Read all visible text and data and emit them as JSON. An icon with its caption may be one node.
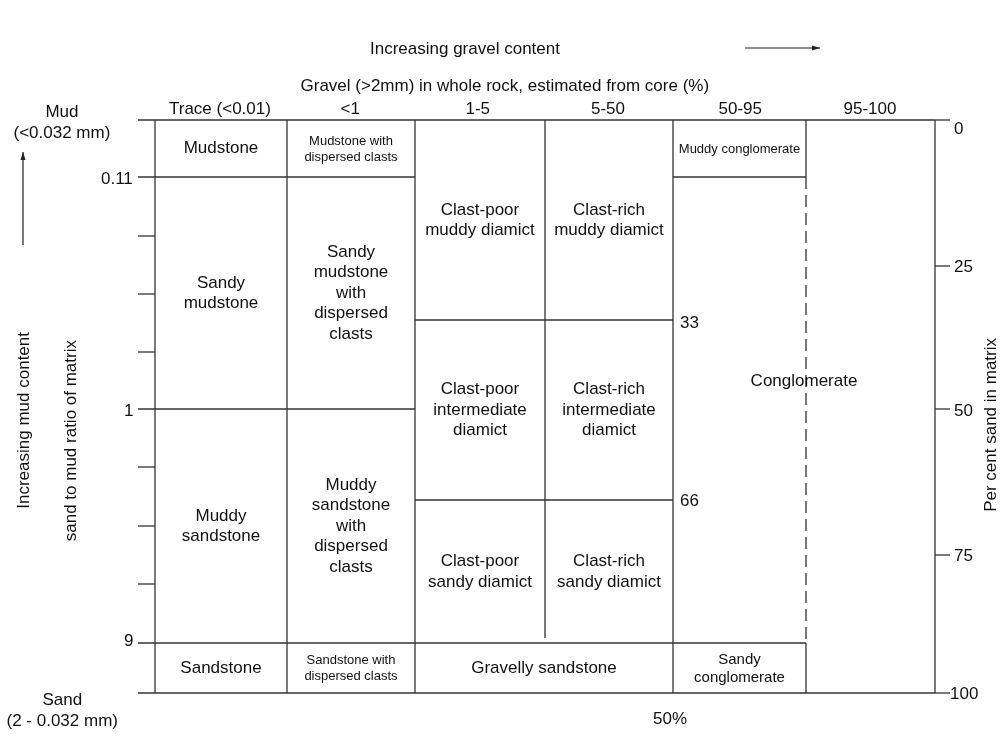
{
  "diagram": {
    "nodes": [
      {
        "text": [
          "Mudstone"
        ]
      },
      {
        "text": [
          "Mudstone with dispersed clasts"
        ]
      },
      {
        "text": [
          "Clast-poor muddy diamict"
        ]
      },
      {
        "text": [
          "Clast-rich muddy diamict"
        ]
      },
      {
        "text": [
          "Muddy conglomerate"
        ]
      },
      {
        "text": [
          "Sandy mudstone"
        ]
      },
      {
        "text": [
          "Sandy mudstone with dispersed clasts"
        ]
      },
      {
        "text": [
          "Clast-poor intermediate diamict"
        ]
      },
      {
        "text": [
          "Clast-rich intermediate diamict"
        ]
      },
      {
        "text": [
          "Conglomerate"
        ]
      },
      {
        "text": [
          "Muddy sandstone"
        ]
      },
      {
        "text": [
          "Muddy sandstone with dispersed clasts"
        ]
      },
      {
        "text": [
          "Clast-poor sandy diamict"
        ]
      },
      {
        "text": [
          "Clast-rich sandy diamict"
        ]
      },
      {
        "text": [
          "Sandstone"
        ]
      },
      {
        "text": [
          "Sandstone with dispersed clasts"
        ]
      },
      {
        "text": [
          "Gravelly sandstone"
        ]
      },
      {
        "text": [
          "Sandy conglomerate"
        ]
      }
    ],
    "edges": [],
    "labels": [
      "Increasing gravel content",
      "Gravel (>2mm) in whole rock, estimated from core (%)",
      "Mud (<0.032 mm)",
      "Trace (<0.01)",
      "<1",
      "1-5",
      "5-50",
      "50-95",
      "95-100",
      "0",
      "0.11",
      "Increasing mud content",
      "sand to mud ratio of matrix",
      "25",
      "33",
      "1",
      "50",
      "Per cent sand in matrix",
      "66",
      "75",
      "9",
      "Sand (2 - 0.032 mm)",
      "50%",
      "100"
    ]
  }
}
